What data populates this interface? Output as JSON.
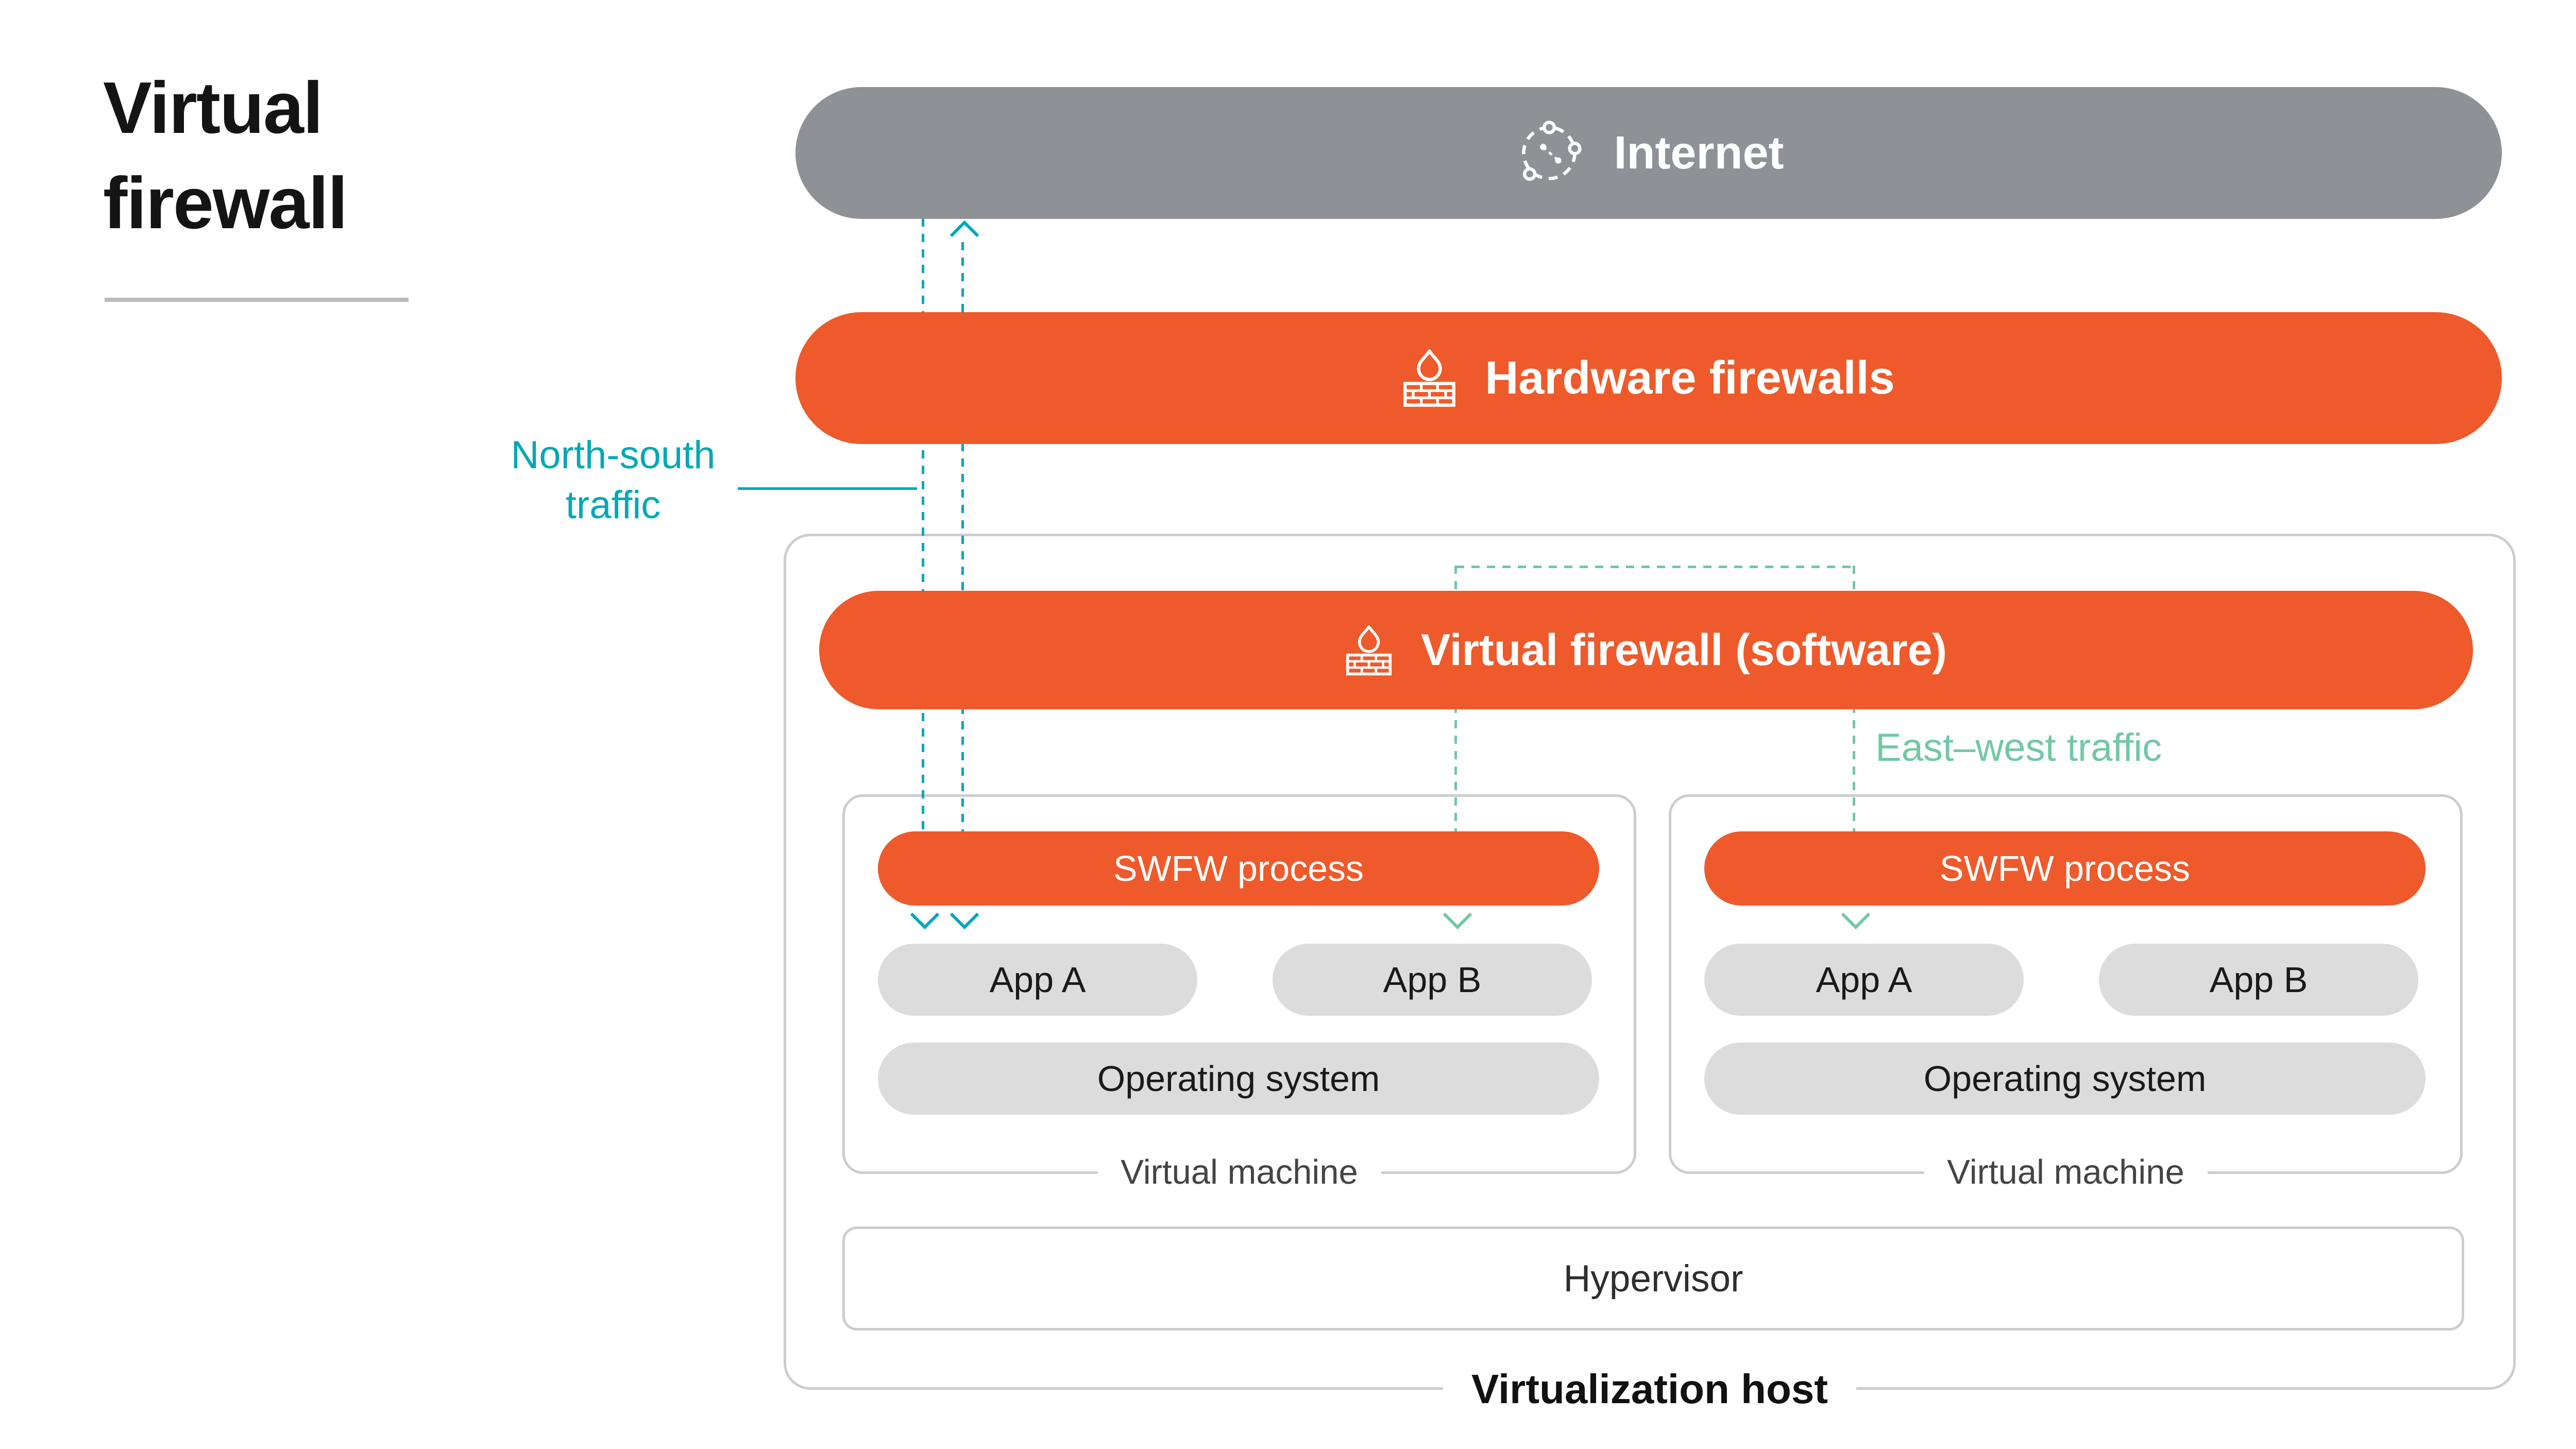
{
  "title": {
    "line1": "Virtual",
    "line2": "firewall"
  },
  "bars": {
    "internet": {
      "label": "Internet"
    },
    "hardware": {
      "label": "Hardware firewalls"
    },
    "virtual_fw": {
      "label": "Virtual firewall (software)"
    }
  },
  "traffic": {
    "north_south_line1": "North-south",
    "north_south_line2": "traffic",
    "east_west": "East–west traffic"
  },
  "host": {
    "label": "Virtualization host",
    "hypervisor": "Hypervisor",
    "vms": [
      {
        "process": "SWFW process",
        "app_a": "App A",
        "app_b": "App B",
        "os": "Operating system",
        "label": "Virtual machine"
      },
      {
        "process": "SWFW process",
        "app_a": "App A",
        "app_b": "App B",
        "os": "Operating system",
        "label": "Virtual machine"
      }
    ]
  },
  "colors": {
    "orange": "#EE5A2B",
    "internet_gray": "#8E9196",
    "pill_gray": "#DCDCDC",
    "north_south_teal": "#00A8B7",
    "east_west_mint": "#72C8A4",
    "border_gray": "#CBCDD0"
  }
}
